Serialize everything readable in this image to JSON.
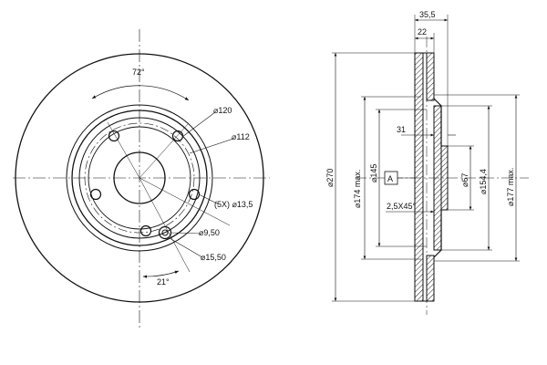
{
  "colors": {
    "line": "#111111",
    "background": "#ffffff",
    "hatch": "#222222"
  },
  "front_view": {
    "angle_top": "72°",
    "angle_bottom": "21°",
    "dia_120": "⌀120",
    "dia_112": "⌀112",
    "bolt_spec": "(5X) ⌀13,5",
    "dia_9_50": "⌀9,50",
    "dia_15_50": "⌀15,50"
  },
  "section_view": {
    "width_35_5": "35,5",
    "width_22": "22",
    "depth_31": "31",
    "chamfer": "2,5X45°",
    "dia_270": "⌀270",
    "dia_174": "⌀174 max.",
    "dia_145": "⌀145",
    "section_marker": "A",
    "dia_67": "⌀67",
    "dia_154_4": "⌀154,4",
    "dia_177": "⌀177 max."
  }
}
